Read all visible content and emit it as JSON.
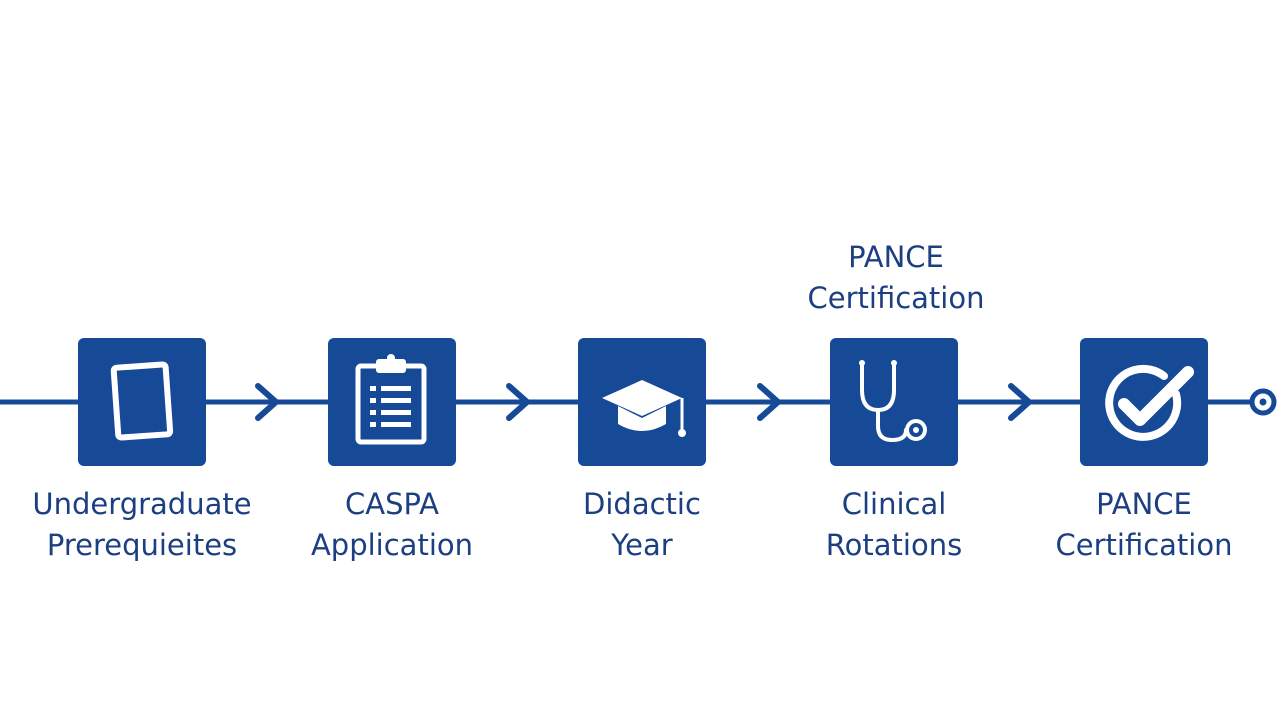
{
  "colors": {
    "brand": "#164a97",
    "label": "#1c3f82",
    "background": "#ffffff",
    "icon_fg": "#ffffff"
  },
  "callout": {
    "line1": "PANCE",
    "line2": "Certification"
  },
  "steps": [
    {
      "icon": "tablet-icon",
      "line1": "Undergraduate",
      "line2": "Prerequieites"
    },
    {
      "icon": "clipboard-icon",
      "line1": "CASPA",
      "line2": "Application"
    },
    {
      "icon": "graduation-cap-icon",
      "line1": "Didactic",
      "line2": "Year"
    },
    {
      "icon": "stethoscope-icon",
      "line1": "Clinical",
      "line2": "Rotations"
    },
    {
      "icon": "checkmark-circle-icon",
      "line1": "PANCE",
      "line2": "Certification"
    }
  ],
  "connectors": [
    "chevron-right-icon",
    "chevron-right-icon",
    "chevron-right-icon",
    "chevron-right-icon"
  ],
  "endpoint": "end-ring-icon"
}
